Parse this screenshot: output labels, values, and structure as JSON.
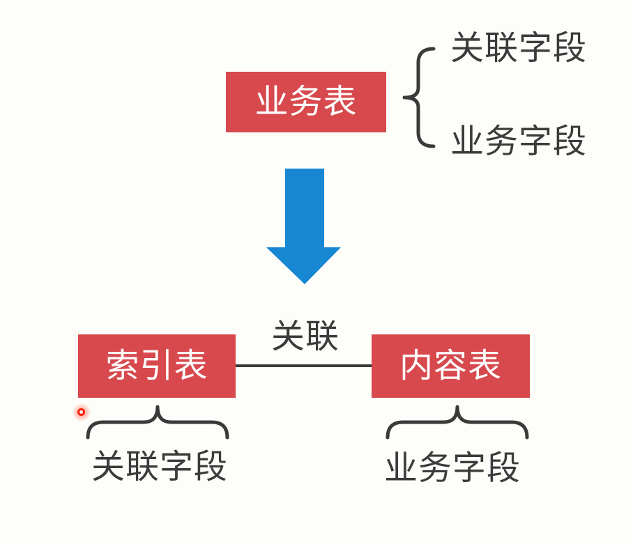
{
  "colors": {
    "background": "#fdfdfa",
    "box_red": "#d7494d",
    "box_text": "#ffffff",
    "label_text": "#3b3b3b",
    "arrow_blue": "#1787d3",
    "line_dark": "#3a3a3a",
    "laser_red": "#f5230a"
  },
  "top_section": {
    "table_label": "业务表",
    "field_top": "关联字段",
    "field_bottom": "业务字段"
  },
  "bottom_section": {
    "relation_label": "关联",
    "left_table_label": "索引表",
    "left_field_label": "关联字段",
    "right_table_label": "内容表",
    "right_field_label": "业务字段"
  },
  "icons": {
    "down_arrow": "down-arrow-icon",
    "curly_brace": "curly-brace-icon",
    "horizontal_brace": "horizontal-brace-icon",
    "laser_pointer": "laser-pointer-dot"
  }
}
